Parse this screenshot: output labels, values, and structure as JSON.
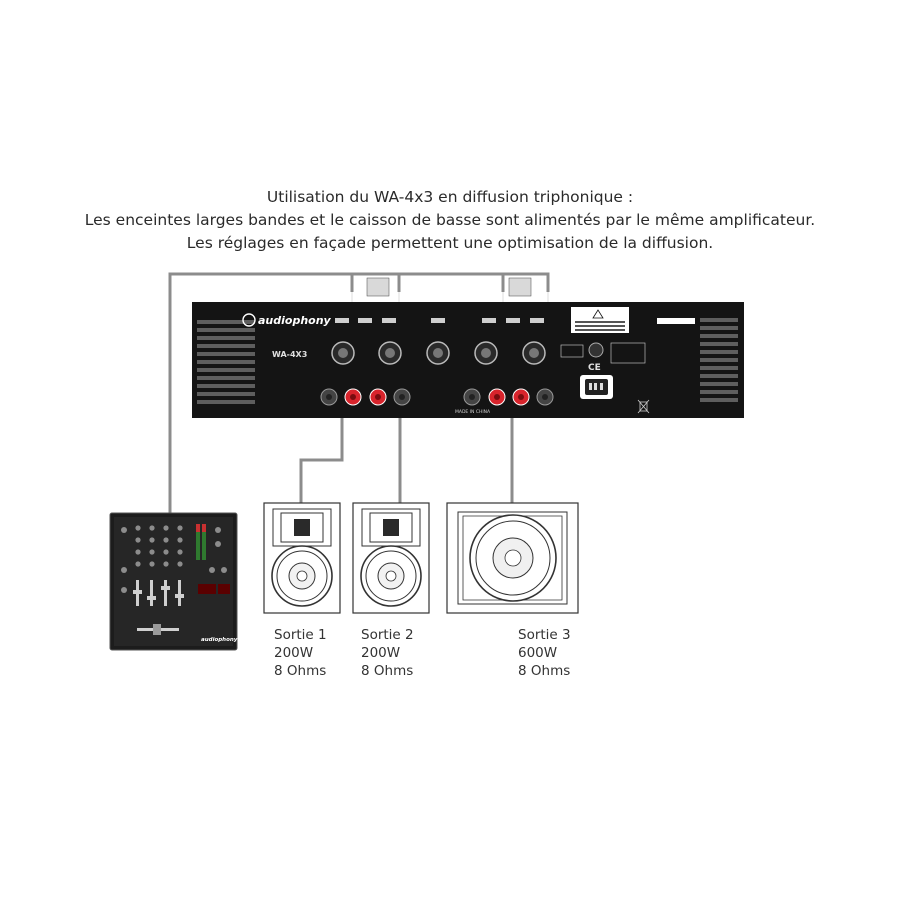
{
  "caption": {
    "line1": "Utilisation du WA-4x3 en diffusion triphonique :",
    "line2": "Les enceintes larges bandes et le caisson de basse sont alimentés par le même amplificateur.",
    "line3": "Les réglages en façade permettent une optimisation de la diffusion."
  },
  "amplifier": {
    "brand": "audiophony",
    "model": "WA-4X3",
    "made_in": "MADE IN CHINA",
    "ce_mark": "CE"
  },
  "outputs": [
    {
      "name": "Sortie 1",
      "power": "200W",
      "impedance": "8 Ohms"
    },
    {
      "name": "Sortie 2",
      "power": "200W",
      "impedance": "8 Ohms"
    },
    {
      "name": "Sortie 3",
      "power": "600W",
      "impedance": "8 Ohms"
    }
  ],
  "mixer": {
    "brand": "audiophony"
  },
  "colors": {
    "panel": "#141414",
    "cable": "#8a8a8a",
    "terminal_red": "#d8242c",
    "speaker_outline": "#333333"
  }
}
